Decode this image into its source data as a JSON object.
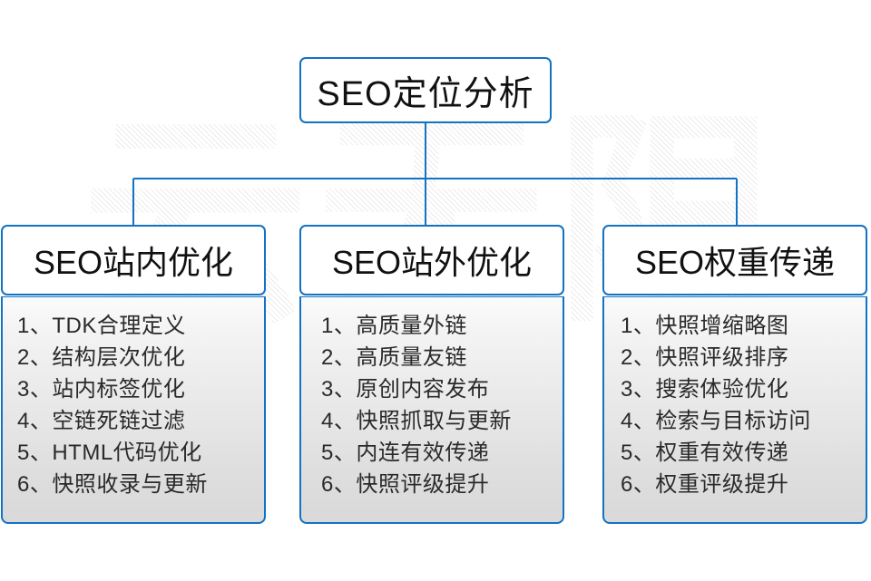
{
  "diagram": {
    "title": "SEO定位分析",
    "watermark": "云无限",
    "accent_color": "#1272c4",
    "text_color": "#111111",
    "body_text_color": "#2a2a2a",
    "root": {
      "label": "SEO定位分析"
    },
    "branches": [
      {
        "header": "SEO站内优化",
        "items": [
          "1、TDK合理定义",
          "2、结构层次优化",
          "3、站内标签优化",
          "4、空链死链过滤",
          "5、HTML代码优化",
          "6、快照收录与更新"
        ]
      },
      {
        "header": "SEO站外优化",
        "items": [
          "1、高质量外链",
          "2、高质量友链",
          "3、原创内容发布",
          "4、快照抓取与更新",
          "5、内连有效传递",
          "6、快照评级提升"
        ]
      },
      {
        "header": "SEO权重传递",
        "items": [
          "1、快照增缩略图",
          "2、快照评级排序",
          "3、搜索体验优化",
          "4、检索与目标访问",
          "5、权重有效传递",
          "6、权重评级提升"
        ]
      }
    ]
  }
}
